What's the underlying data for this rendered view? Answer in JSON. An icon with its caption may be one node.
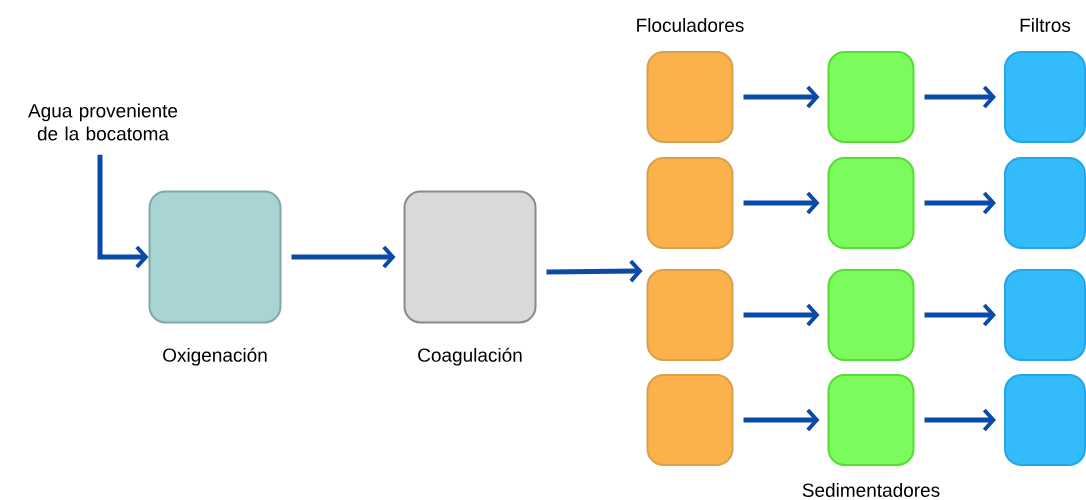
{
  "diagram": {
    "nodes": [
      {
        "text": [
          "Agua proveniente de la bocatoma"
        ]
      },
      {
        "text": [
          "Oxigenación"
        ]
      },
      {
        "text": [
          "Coagulación"
        ]
      },
      {
        "text": [],
        "shape": "box"
      },
      {
        "text": [],
        "shape": "box"
      },
      {
        "text": [],
        "shape": "box"
      },
      {
        "text": [],
        "shape": "box"
      },
      {
        "text": [],
        "shape": "box"
      },
      {
        "text": [],
        "shape": "box"
      },
      {
        "text": [],
        "shape": "box"
      },
      {
        "text": [],
        "shape": "box"
      },
      {
        "text": [],
        "shape": "box"
      },
      {
        "text": [],
        "shape": "box"
      },
      {
        "text": [],
        "shape": "box"
      },
      {
        "text": [],
        "shape": "box"
      }
    ],
    "edges": [
      {
        "from": 0,
        "to": 1,
        "arrow": "to"
      },
      {
        "from": 1,
        "to": 2,
        "arrow": "to"
      },
      {
        "from": 2,
        "to": 5,
        "arrow": "to"
      },
      {
        "from": 3,
        "to": 7,
        "arrow": "to"
      },
      {
        "from": 7,
        "to": 11,
        "arrow": "to"
      },
      {
        "from": 4,
        "to": 8,
        "arrow": "to"
      },
      {
        "from": 8,
        "to": 12,
        "arrow": "to"
      },
      {
        "from": 5,
        "to": 9,
        "arrow": "to"
      },
      {
        "from": 9,
        "to": 13,
        "arrow": "to"
      },
      {
        "from": 6,
        "to": 10,
        "arrow": "to"
      },
      {
        "from": 10,
        "to": 14,
        "arrow": "to"
      }
    ],
    "labels": [
      "Floculadores",
      "Filtros",
      "Sedimentadores"
    ]
  }
}
